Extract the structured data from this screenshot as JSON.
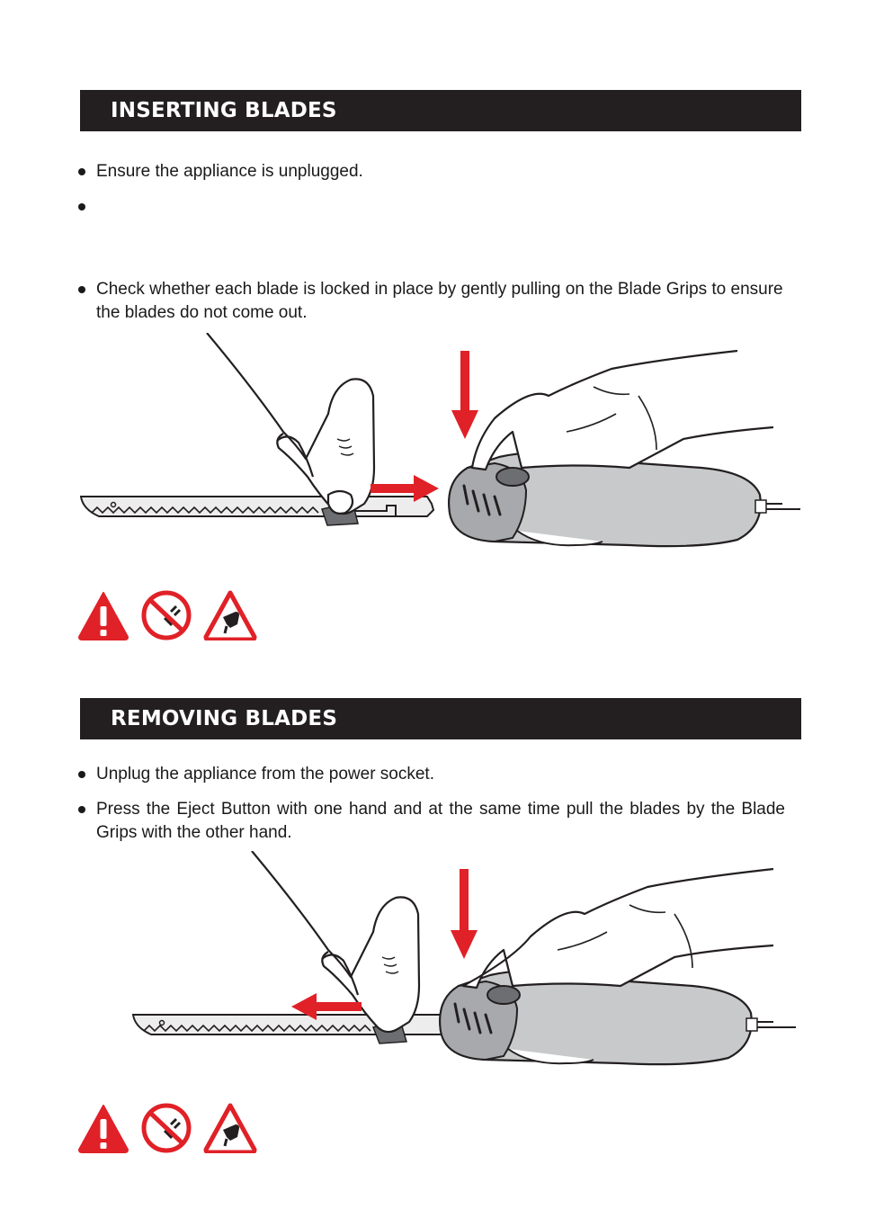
{
  "sections": [
    {
      "title": "INSERTING BLADES",
      "bullets": [
        "Ensure the appliance is unplugged.",
        "",
        "Check whether each blade is locked in place by gently pulling on the Blade Grips to ensure the blades do not come out."
      ]
    },
    {
      "title": "REMOVING BLADES",
      "bullets": [
        "Unplug the appliance from the power socket.",
        "Press the Eject Button with one hand and at the same time pull the blades by the Blade Grips with the other hand."
      ]
    }
  ],
  "icons": [
    "warning-triangle-icon",
    "no-plug-icon",
    "hand-caution-icon"
  ],
  "colors": {
    "header_bg": "#231f20",
    "header_text": "#ffffff",
    "arrow_red": "#e02127",
    "device_grey": "#c8c9cb",
    "device_dark": "#6d6e71"
  }
}
